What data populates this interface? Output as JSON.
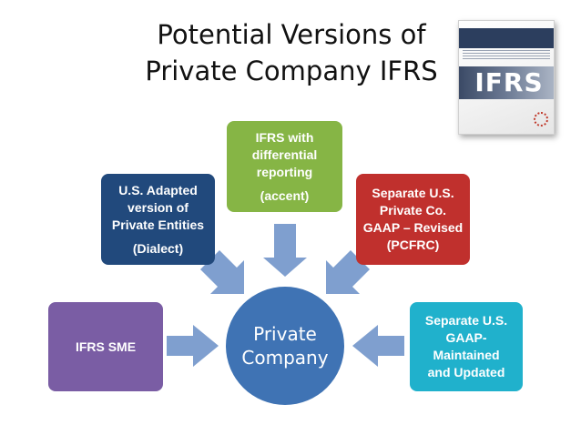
{
  "title": {
    "line1": "Potential Versions of",
    "line2": "Private Company IFRS"
  },
  "cover": {
    "logo_text": "IFRS"
  },
  "boxes": {
    "us_adapted": {
      "line1": "U.S. Adapted",
      "line2": "version of",
      "line3": "Private Entities",
      "tag": "(Dialect)",
      "color": "#21497c"
    },
    "differential": {
      "line1": "IFRS with",
      "line2": "differential",
      "line3": "reporting",
      "tag": "(accent)",
      "color": "#86b545"
    },
    "pcfrc": {
      "line1": "Separate U.S.",
      "line2": "Private Co.",
      "line3": "GAAP – Revised",
      "tag": "(PCFRC)",
      "color": "#c0302d"
    },
    "sme": {
      "label": "IFRS SME",
      "color": "#7a5da4"
    },
    "gaap_maintained": {
      "line1": "Separate U.S.",
      "line2": "GAAP-",
      "line3": "Maintained",
      "line4": "and Updated",
      "color": "#20b1cc"
    }
  },
  "center": {
    "line1": "Private",
    "line2": "Company",
    "color": "#3f73b4"
  },
  "arrow_color": "#7f9fcf"
}
